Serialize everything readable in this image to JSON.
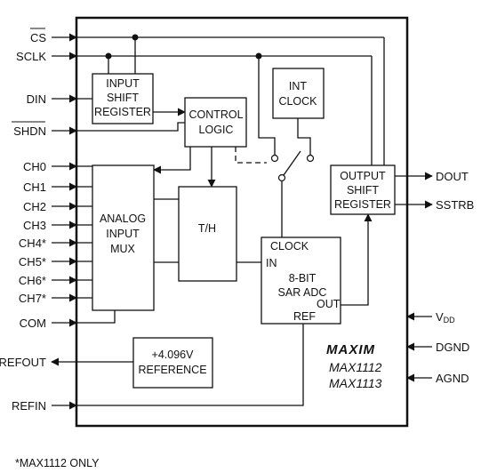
{
  "pins_left": [
    "CS",
    "SCLK",
    "DIN",
    "SHDN",
    "CH0",
    "CH1",
    "CH2",
    "CH3",
    "CH4*",
    "CH5*",
    "CH6*",
    "CH7*",
    "COM",
    "REFOUT",
    "REFIN"
  ],
  "pins_right": {
    "dout": "DOUT",
    "sstrb": "SSTRB",
    "vdd_main": "V",
    "vdd_sub": "DD",
    "dgnd": "DGND",
    "agnd": "AGND"
  },
  "blocks": {
    "input_shift_register": [
      "INPUT",
      "SHIFT",
      "REGISTER"
    ],
    "control_logic": [
      "CONTROL",
      "LOGIC"
    ],
    "int_clock": [
      "INT",
      "CLOCK"
    ],
    "analog_input_mux": [
      "ANALOG",
      "INPUT",
      "MUX"
    ],
    "th": "T/H",
    "adc": {
      "clock": "CLOCK",
      "in": "IN",
      "title": [
        "8-BIT",
        "SAR ADC"
      ],
      "out": "OUT",
      "ref": "REF"
    },
    "output_shift_register": [
      "OUTPUT",
      "SHIFT",
      "REGISTER"
    ],
    "reference": [
      "+4.096V",
      "REFERENCE"
    ]
  },
  "brand": "MAXIM",
  "part_numbers": [
    "MAX1112",
    "MAX1113"
  ],
  "footnote": "*MAX1112 ONLY"
}
